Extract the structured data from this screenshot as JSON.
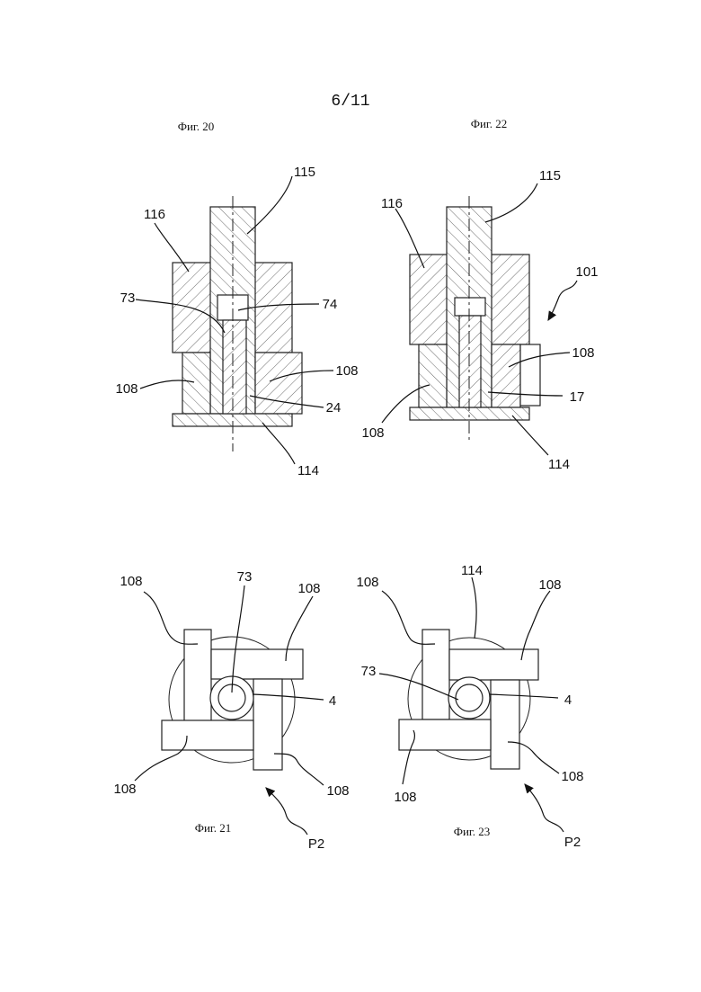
{
  "page_number": "6/11",
  "figures": {
    "fig20": {
      "caption": "Фиг. 20",
      "labels": {
        "l115": "115",
        "l116": "116",
        "l73": "73",
        "l74": "74",
        "l108a": "108",
        "l108b": "108",
        "l24": "24",
        "l114": "114"
      }
    },
    "fig22": {
      "caption": "Фиг. 22",
      "labels": {
        "l115": "115",
        "l116": "116",
        "l101": "101",
        "l108a": "108",
        "l108b": "108",
        "l17": "17",
        "l114": "114"
      }
    },
    "fig21": {
      "caption": "Фиг. 21",
      "labels": {
        "l108tl": "108",
        "l73": "73",
        "l108tr": "108",
        "l4": "4",
        "l108bl": "108",
        "l108br": "108",
        "lP2": "P2"
      }
    },
    "fig23": {
      "caption": "Фиг. 23",
      "labels": {
        "l108tl": "108",
        "l114": "114",
        "l108tr": "108",
        "l73": "73",
        "l4": "4",
        "l108bl": "108",
        "l108br": "108",
        "lP2": "P2"
      }
    }
  },
  "colors": {
    "ink": "#222222",
    "paper": "#ffffff"
  }
}
